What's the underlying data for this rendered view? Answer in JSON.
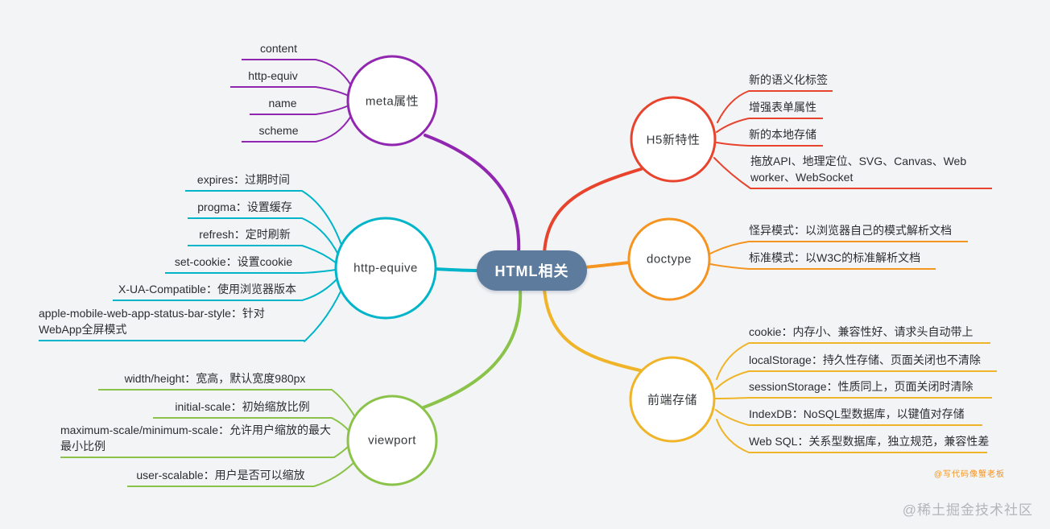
{
  "page": {
    "background": "#f3f4f6"
  },
  "center": {
    "label": "HTML相关",
    "color": "#5d7b9d",
    "text_color": "#ffffff"
  },
  "branches": [
    {
      "label": "meta属性",
      "color": "#9127b0",
      "leaves": [
        "content",
        "http-equiv",
        "name",
        "scheme"
      ]
    },
    {
      "label": "http-equive",
      "color": "#00b5c9",
      "leaves": [
        "expires：过期时间",
        "progma：设置缓存",
        "refresh：定时刷新",
        "set-cookie：设置cookie",
        "X-UA-Compatible：使用浏览器版本",
        "apple-mobile-web-app-status-bar-style：针对WebApp全屏模式"
      ]
    },
    {
      "label": "viewport",
      "color": "#8bc34a",
      "leaves": [
        "width/height：宽高，默认宽度980px",
        "initial-scale：初始缩放比例",
        "maximum-scale/minimum-scale：允许用户缩放的最大最小比例",
        "user-scalable：用户是否可以缩放"
      ]
    },
    {
      "label": "H5新特性",
      "color": "#e8432d",
      "leaves": [
        "新的语义化标签",
        "增强表单属性",
        "新的本地存储",
        "拖放API、地理定位、SVG、Canvas、Web worker、WebSocket"
      ]
    },
    {
      "label": "doctype",
      "color": "#f5941f",
      "leaves": [
        "怪异模式：以浏览器自己的模式解析文档",
        "标准模式：以W3C的标准解析文档"
      ]
    },
    {
      "label": "前端存储",
      "color": "#f0b429",
      "leaves": [
        "cookie：内存小、兼容性好、请求头自动带上",
        "localStorage：持久性存储、页面关闭也不清除",
        "sessionStorage：性质同上，页面关闭时清除",
        "IndexDB：NoSQL型数据库，以键值对存储",
        "Web SQL：关系型数据库，独立规范，兼容性差"
      ]
    }
  ],
  "watermarks": {
    "author": "@写代码像蟹老板",
    "site": "@稀土掘金技术社区"
  }
}
